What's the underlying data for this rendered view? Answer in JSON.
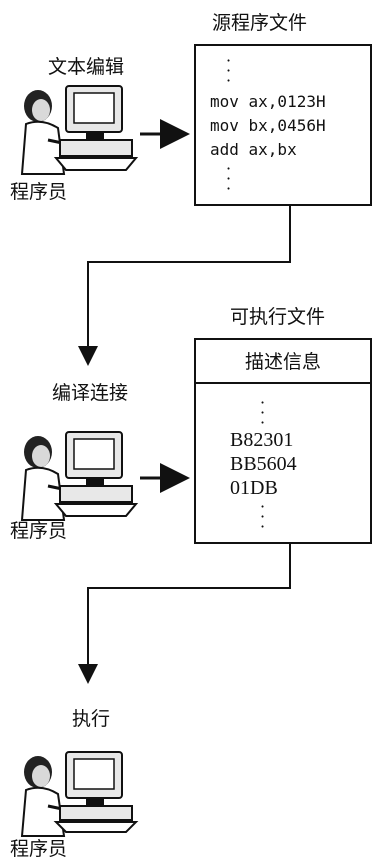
{
  "step1": {
    "action": "文本编辑",
    "actor": "程序员",
    "file_title": "源程序文件",
    "code_lines": [
      "mov ax,0123H",
      "mov bx,0456H",
      "add ax,bx"
    ]
  },
  "step2": {
    "action": "编译连接",
    "actor": "程序员",
    "file_title": "可执行文件",
    "header": "描述信息",
    "code_lines": [
      "B82301",
      "BB5604",
      "01DB"
    ]
  },
  "step3": {
    "action": "执行",
    "actor": "程序员"
  },
  "colors": {
    "ink": "#111111",
    "skin": "#d9d9d9",
    "monitor": "#e8e8e8"
  }
}
